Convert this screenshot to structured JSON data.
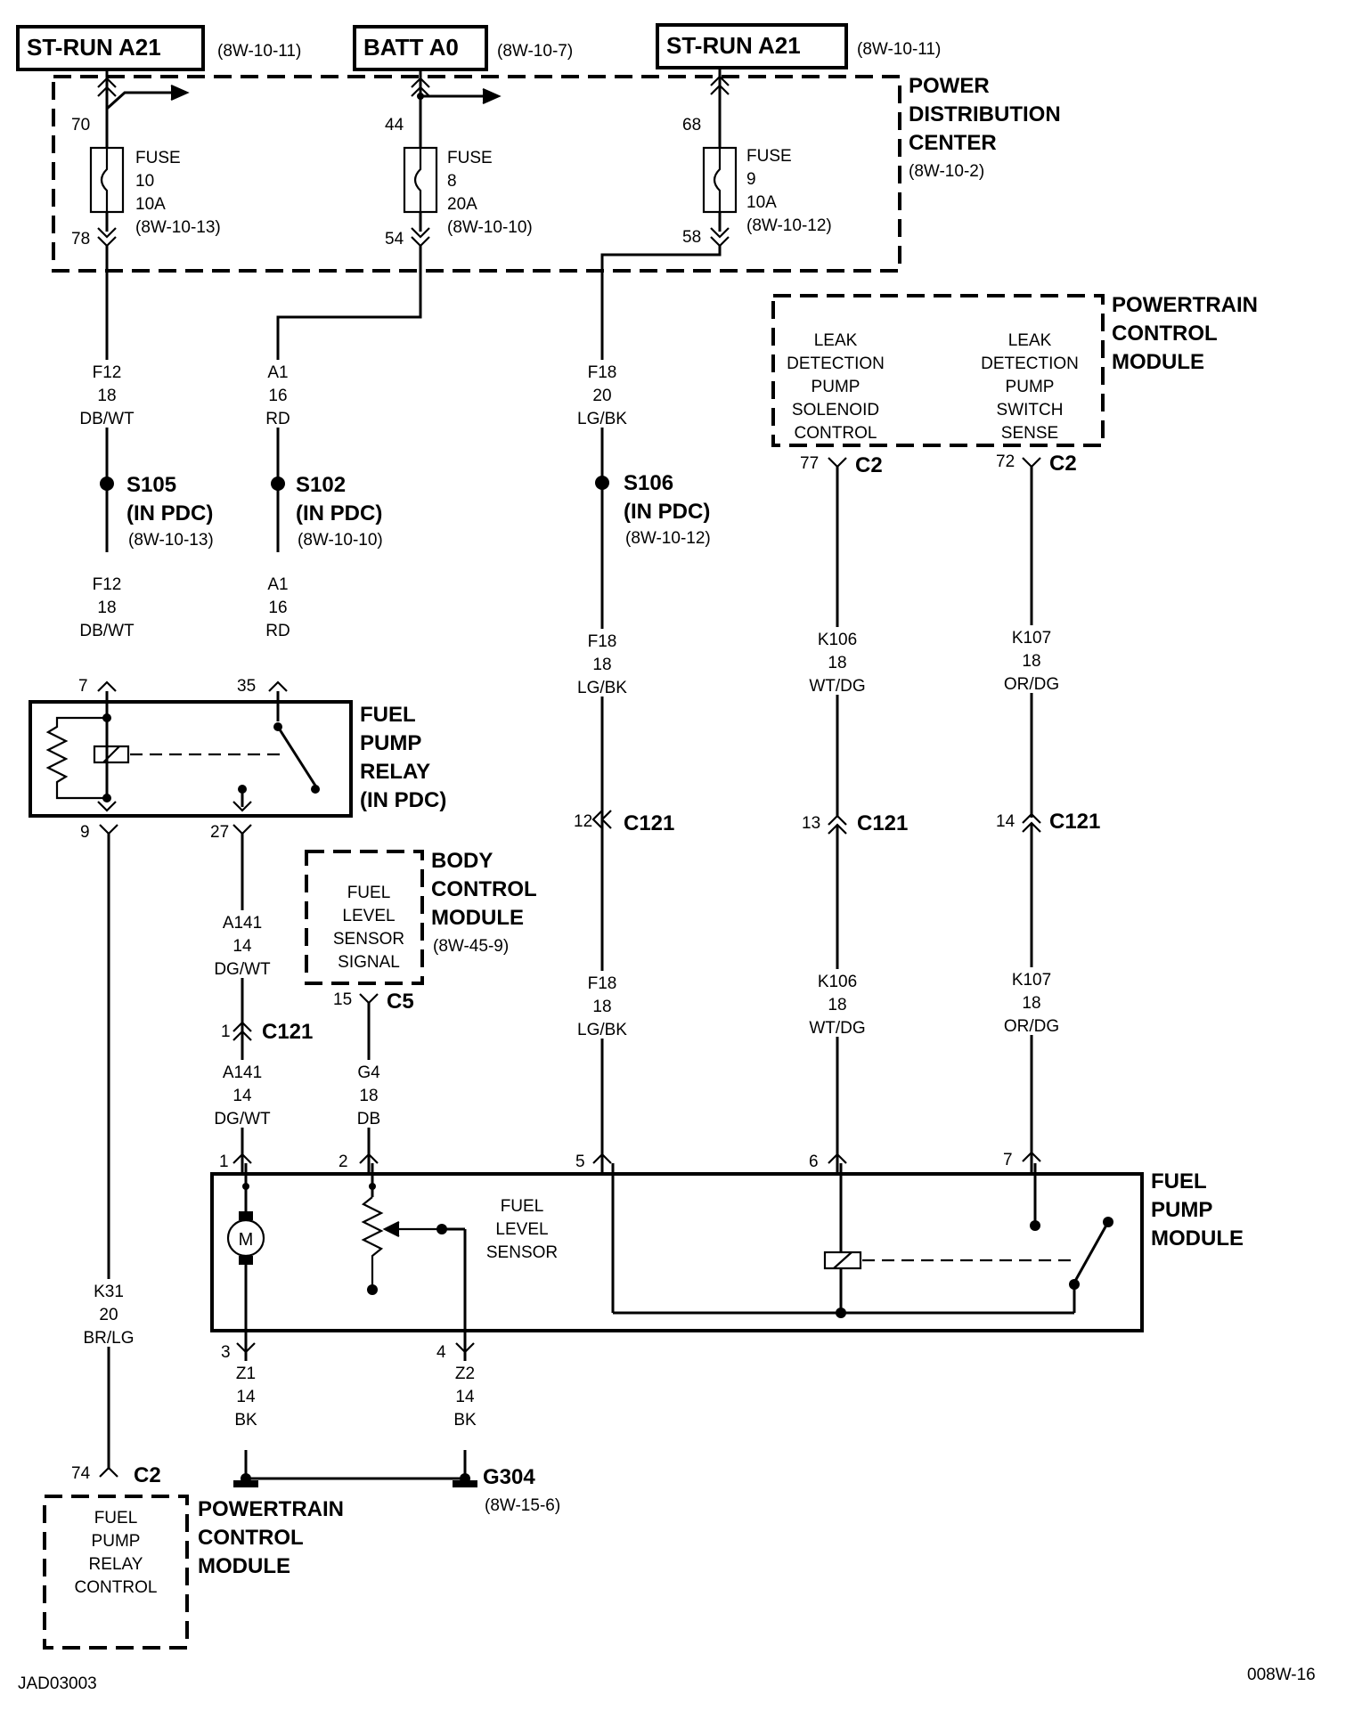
{
  "diagram": {
    "top_boxes": [
      {
        "label": "ST-RUN A21",
        "ref": "(8W-10-11)"
      },
      {
        "label": "BATT A0",
        "ref": "(8W-10-7)"
      },
      {
        "label": "ST-RUN A21",
        "ref": "(8W-10-11)"
      }
    ],
    "pdc": {
      "title": [
        "POWER",
        "DISTRIBUTION",
        "CENTER"
      ],
      "ref": "(8W-10-2)"
    },
    "fuses": [
      {
        "in_pin": "70",
        "out_pin": "78",
        "lines": [
          "FUSE",
          "10",
          "10A",
          "(8W-10-13)"
        ]
      },
      {
        "in_pin": "44",
        "out_pin": "54",
        "lines": [
          "FUSE",
          "8",
          "20A",
          "(8W-10-10)"
        ]
      },
      {
        "in_pin": "68",
        "out_pin": "58",
        "lines": [
          "FUSE",
          "9",
          "10A",
          "(8W-10-12)"
        ]
      }
    ],
    "pcm_top": {
      "title": [
        "POWERTRAIN",
        "CONTROL",
        "MODULE"
      ],
      "sol": [
        "LEAK",
        "DETECTION",
        "PUMP",
        "SOLENOID",
        "CONTROL"
      ],
      "sw": [
        "LEAK",
        "DETECTION",
        "PUMP",
        "SWITCH",
        "SENSE"
      ],
      "pin77": "77",
      "pin72": "72",
      "conn": "C2"
    },
    "wires": {
      "f12": [
        "F12",
        "18",
        "DB/WT"
      ],
      "a1": [
        "A1",
        "16",
        "RD"
      ],
      "f18a": [
        "F18",
        "20",
        "LG/BK"
      ],
      "f18b": [
        "F18",
        "18",
        "LG/BK"
      ],
      "k106": [
        "K106",
        "18",
        "WT/DG"
      ],
      "k107": [
        "K107",
        "18",
        "OR/DG"
      ],
      "a141": [
        "A141",
        "14",
        "DG/WT"
      ],
      "g4": [
        "G4",
        "18",
        "DB"
      ],
      "k31": [
        "K31",
        "20",
        "BR/LG"
      ],
      "z1": [
        "Z1",
        "14",
        "BK"
      ],
      "z2": [
        "Z2",
        "14",
        "BK"
      ]
    },
    "splices": [
      {
        "id": "S105",
        "loc": "(IN PDC)",
        "ref": "(8W-10-13)"
      },
      {
        "id": "S102",
        "loc": "(IN PDC)",
        "ref": "(8W-10-10)"
      },
      {
        "id": "S106",
        "loc": "(IN PDC)",
        "ref": "(8W-10-12)"
      }
    ],
    "relay": {
      "title": [
        "FUEL",
        "PUMP",
        "RELAY",
        "(IN PDC)"
      ],
      "pins": [
        "7",
        "35",
        "9",
        "27"
      ]
    },
    "bcm": {
      "title": [
        "BODY",
        "CONTROL",
        "MODULE"
      ],
      "ref": "(8W-45-9)",
      "inner": [
        "FUEL",
        "LEVEL",
        "SENSOR",
        "SIGNAL"
      ],
      "pin": "15",
      "conn": "C5"
    },
    "c121": {
      "label": "C121",
      "pins": [
        "1",
        "12",
        "13",
        "14"
      ]
    },
    "pump_module": {
      "title": [
        "FUEL",
        "PUMP",
        "MODULE"
      ],
      "sensor": [
        "FUEL",
        "LEVEL",
        "SENSOR"
      ],
      "motor": "M",
      "pins": [
        "1",
        "2",
        "5",
        "6",
        "7",
        "3",
        "4"
      ]
    },
    "ground": {
      "id": "G304",
      "ref": "(8W-15-6)"
    },
    "pcm_bottom": {
      "title": [
        "POWERTRAIN",
        "CONTROL",
        "MODULE"
      ],
      "inner": [
        "FUEL",
        "PUMP",
        "RELAY",
        "CONTROL"
      ],
      "pin": "74",
      "conn": "C2"
    },
    "footer_left": "JAD03003",
    "footer_right": "008W-16"
  }
}
